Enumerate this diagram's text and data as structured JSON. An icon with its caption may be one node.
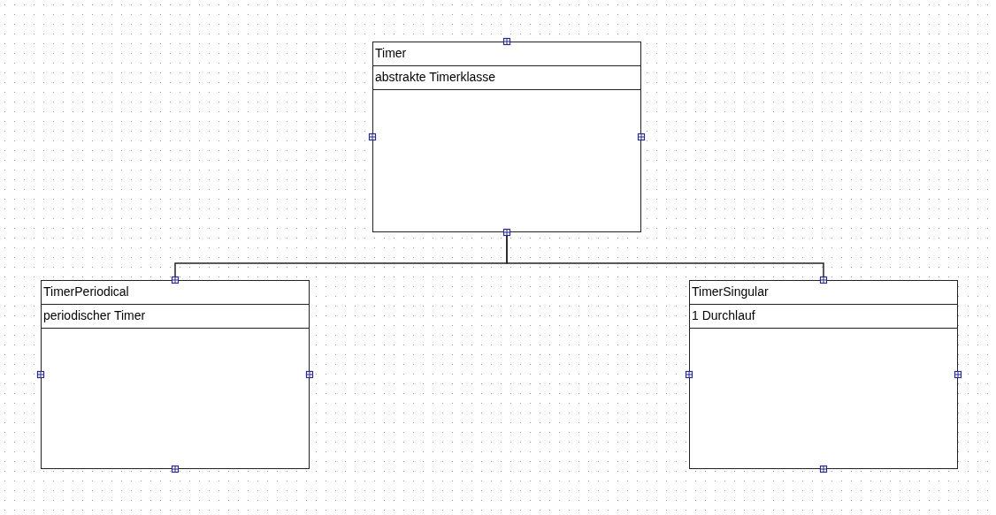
{
  "diagram": {
    "nodes": [
      {
        "text": [
          "Timer",
          "abstrakte Timerklasse"
        ]
      },
      {
        "text": [
          "TimerPeriodical",
          "periodischer Timer"
        ]
      },
      {
        "text": [
          "TimerSingular",
          "1 Durchlauf"
        ]
      }
    ],
    "edges": [
      {
        "from": 0,
        "to": 1,
        "arrow": "none"
      },
      {
        "from": 0,
        "to": 2,
        "arrow": "none"
      }
    ]
  }
}
